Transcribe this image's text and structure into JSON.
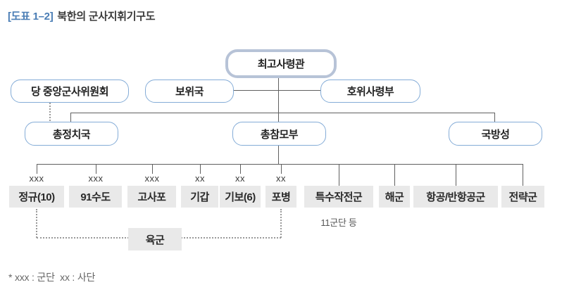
{
  "title": {
    "tag": "[도표 1–2]",
    "text": "북한의 군사지휘기구도"
  },
  "colors": {
    "accent_blue": "#4a7db5",
    "box_border_blue": "#84acd7",
    "supreme_border": "#b7c3d7",
    "unit_fill_gray": "#e9e9e9",
    "connector": "#606060"
  },
  "nodes": {
    "supreme_commander": {
      "label": "최고사령관"
    },
    "party_central_military_commission": {
      "label": "당 중앙군사위원회"
    },
    "security_bureau": {
      "label": "보위국"
    },
    "guard_command": {
      "label": "호위사령부"
    },
    "general_political_bureau": {
      "label": "총정치국"
    },
    "general_staff_department": {
      "label": "총참모부"
    },
    "ministry_of_national_defense": {
      "label": "국방성"
    }
  },
  "units": [
    {
      "mark": "xxx",
      "label": "정규(10)"
    },
    {
      "mark": "xxx",
      "label": "91수도"
    },
    {
      "mark": "xxx",
      "label": "고사포"
    },
    {
      "mark": "xx",
      "label": "기갑"
    },
    {
      "mark": "xx",
      "label": "기보(6)"
    },
    {
      "mark": "xx",
      "label": "포병"
    },
    {
      "mark": "",
      "label": "특수작전군",
      "note": "11군단 등"
    },
    {
      "mark": "",
      "label": "해군"
    },
    {
      "mark": "",
      "label": "항공/반항공군"
    },
    {
      "mark": "",
      "label": "전략군"
    }
  ],
  "army_group": {
    "label": "육군"
  },
  "footnote": "* xxx : 군단  xx : 사단"
}
